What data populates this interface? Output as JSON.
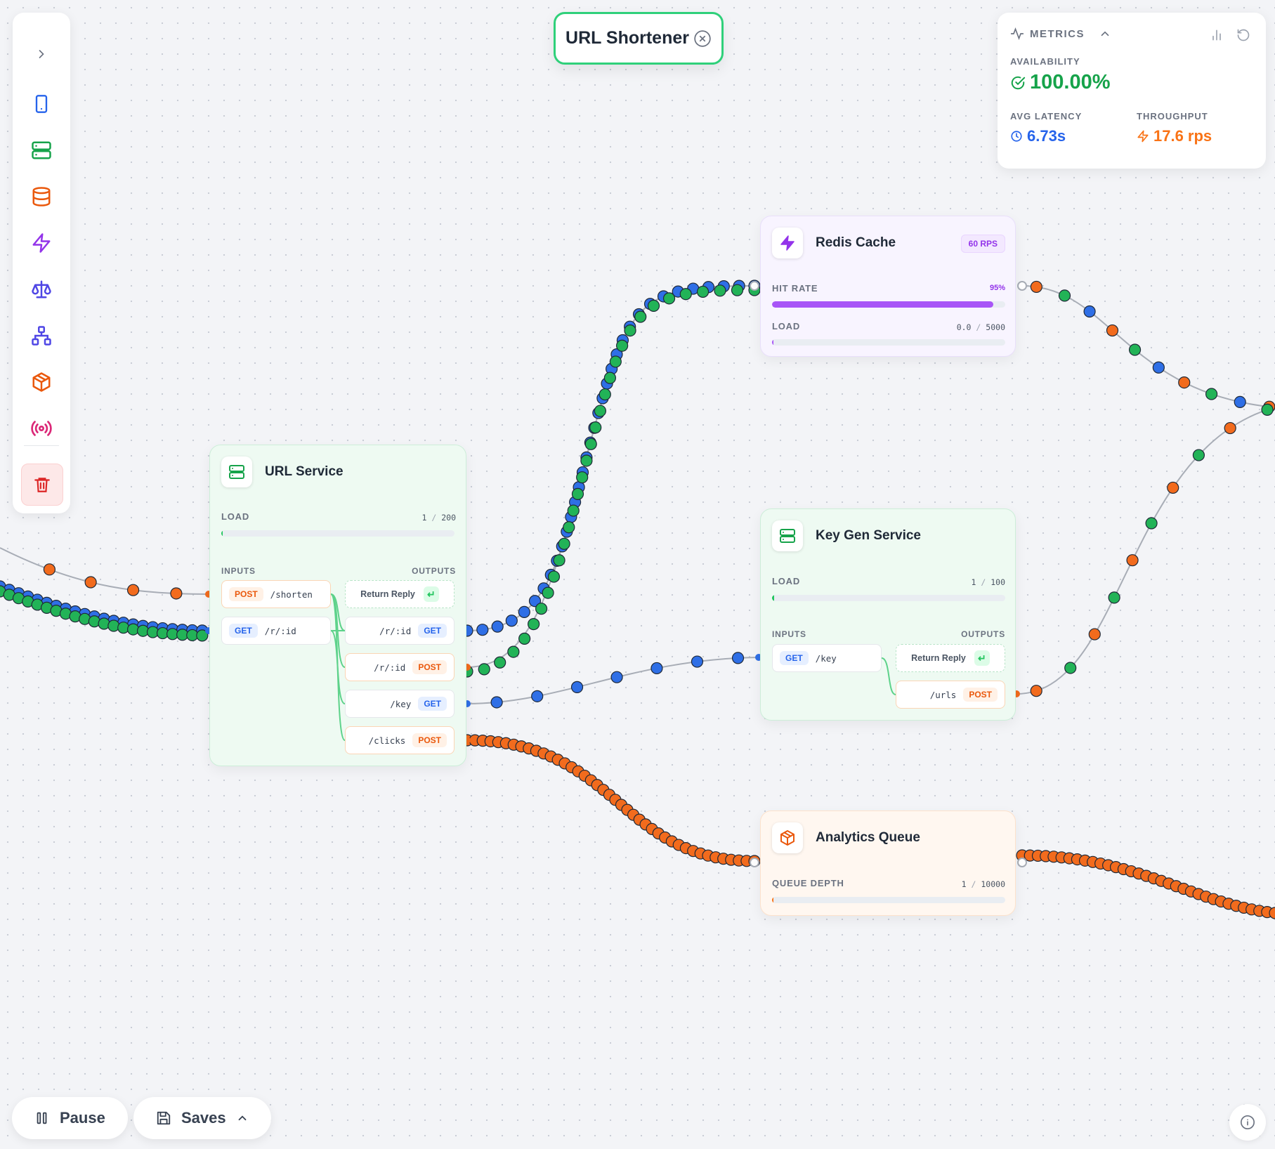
{
  "title": "URL Shortener",
  "metrics": {
    "heading": "METRICS",
    "availability_label": "AVAILABILITY",
    "availability_value": "100.00%",
    "latency_label": "AVG LATENCY",
    "latency_value": "6.73s",
    "throughput_label": "THROUGHPUT",
    "throughput_value": "17.6 rps",
    "colors": {
      "availability": "#16a34a",
      "latency": "#2563eb",
      "throughput": "#f97316"
    }
  },
  "toolbar": {
    "items": [
      {
        "name": "expand-icon"
      },
      {
        "name": "client-device-icon",
        "color": "#2563eb"
      },
      {
        "name": "server-icon",
        "color": "#16a34a"
      },
      {
        "name": "database-icon",
        "color": "#ea580c"
      },
      {
        "name": "cache-bolt-icon",
        "color": "#9333ea"
      },
      {
        "name": "load-balancer-scale-icon",
        "color": "#4f46e5"
      },
      {
        "name": "network-hierarchy-icon",
        "color": "#4f46e5"
      },
      {
        "name": "queue-box-icon",
        "color": "#ea580c"
      },
      {
        "name": "broadcast-icon",
        "color": "#db2777"
      },
      {
        "name": "trash-icon",
        "color": "#dc2626"
      }
    ]
  },
  "nodes": {
    "url_service": {
      "title": "URL Service",
      "load_label": "LOAD",
      "load_current": "1",
      "load_max": "200",
      "load_fraction": 0.005,
      "inputs_label": "INPUTS",
      "outputs_label": "OUTPUTS",
      "inputs": [
        {
          "method": "POST",
          "path": "/shorten"
        },
        {
          "method": "GET",
          "path": "/r/:id"
        }
      ],
      "outputs": [
        {
          "label": "Return Reply",
          "kind": "reply"
        },
        {
          "method": "GET",
          "path": "/r/:id"
        },
        {
          "method": "POST",
          "path": "/r/:id"
        },
        {
          "method": "GET",
          "path": "/key"
        },
        {
          "method": "POST",
          "path": "/clicks"
        }
      ]
    },
    "redis_cache": {
      "title": "Redis Cache",
      "rps": "60 RPS",
      "hit_rate_label": "HIT RATE",
      "hit_rate_value": "95%",
      "hit_rate_fraction": 0.95,
      "load_label": "LOAD",
      "load_current": "0.0",
      "load_max": "5000",
      "load_fraction": 0.0
    },
    "key_gen_service": {
      "title": "Key Gen Service",
      "load_label": "LOAD",
      "load_current": "1",
      "load_max": "100",
      "load_fraction": 0.01,
      "inputs_label": "INPUTS",
      "outputs_label": "OUTPUTS",
      "inputs": [
        {
          "method": "GET",
          "path": "/key"
        }
      ],
      "outputs": [
        {
          "label": "Return Reply",
          "kind": "reply"
        },
        {
          "method": "POST",
          "path": "/urls"
        }
      ]
    },
    "analytics_queue": {
      "title": "Analytics Queue",
      "depth_label": "QUEUE DEPTH",
      "depth_current": "1",
      "depth_max": "10000",
      "depth_fraction": 0.0001
    }
  },
  "controls": {
    "pause_label": "Pause",
    "saves_label": "Saves"
  },
  "packet_colors": {
    "request": "#2f6fe6",
    "response": "#22b357",
    "write": "#f26b1d"
  }
}
